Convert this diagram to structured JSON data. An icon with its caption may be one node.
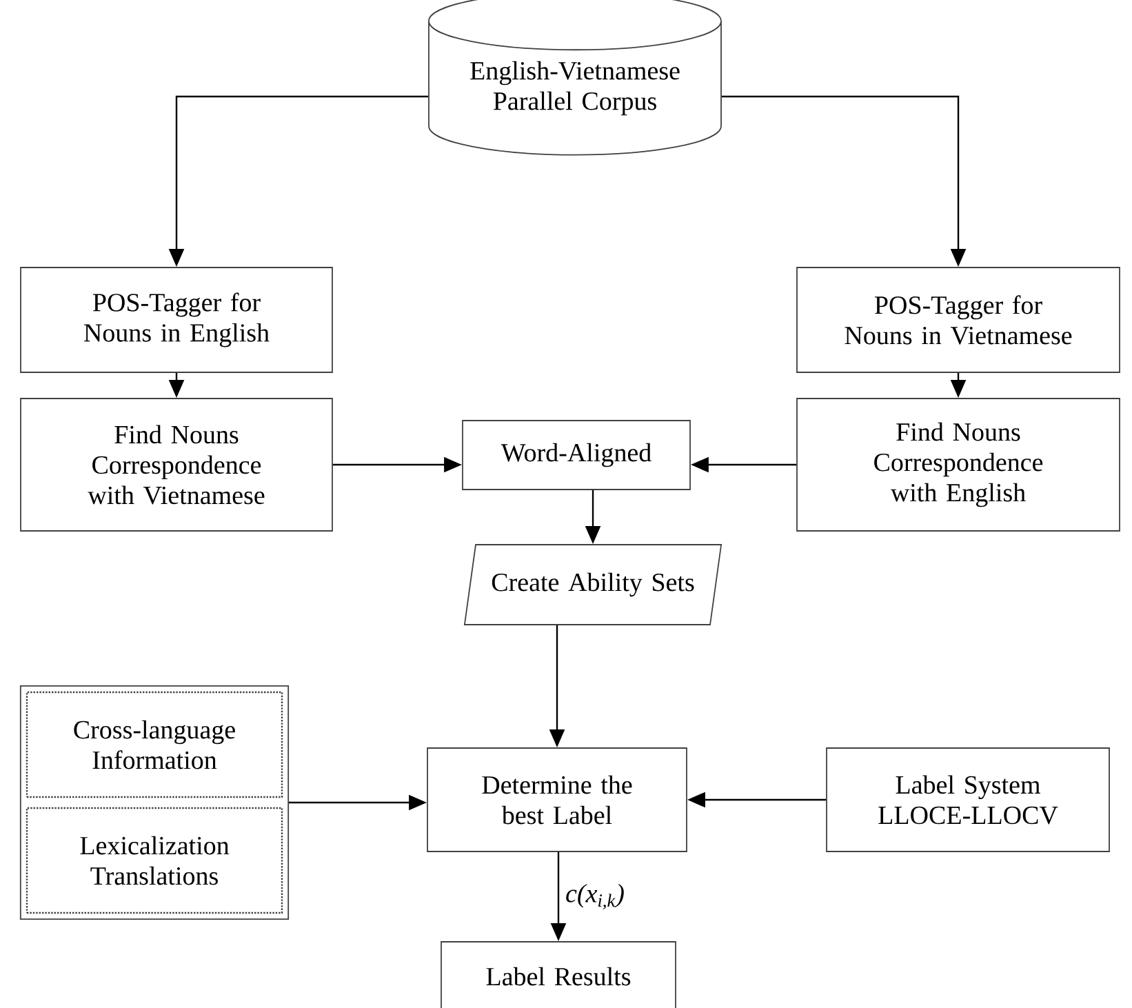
{
  "diagram": {
    "nodes": [
      {
        "text": [
          "English-Vietnamese Parallel Corpus"
        ]
      },
      {
        "text": [
          "POS-Tagger for Nouns in English"
        ]
      },
      {
        "text": [
          "POS-Tagger for Nouns in Vietnamese"
        ]
      },
      {
        "text": [
          "Find Nouns Correspondence with Vietnamese"
        ]
      },
      {
        "text": [
          "Word-Aligned"
        ]
      },
      {
        "text": [
          "Find Nouns Correspondence with English"
        ]
      },
      {
        "text": [
          "Create Ability Sets"
        ]
      },
      {
        "text": [],
        "shape": "box"
      },
      {
        "text": [
          "Cross-language Information"
        ],
        "in": 7
      },
      {
        "text": [
          "Lexicalization Translations"
        ],
        "in": 7
      },
      {
        "text": [
          "Determine the best Label"
        ]
      },
      {
        "text": [
          "Label System LLOCE-LLOCV"
        ]
      },
      {
        "text": [
          "Label Results"
        ]
      }
    ],
    "edges": [
      {
        "from": 0,
        "to": 1,
        "arrow": "to"
      },
      {
        "from": 0,
        "to": 2,
        "arrow": "to"
      },
      {
        "from": 1,
        "to": 3,
        "arrow": "to"
      },
      {
        "from": 2,
        "to": 5,
        "arrow": "to"
      },
      {
        "from": 3,
        "to": 4,
        "arrow": "to"
      },
      {
        "from": 5,
        "to": 4,
        "arrow": "to"
      },
      {
        "from": 4,
        "to": 6,
        "arrow": "to"
      },
      {
        "from": 6,
        "to": 10,
        "arrow": "to"
      },
      {
        "from": 7,
        "to": 10,
        "arrow": "to"
      },
      {
        "from": 11,
        "to": 10,
        "arrow": "to"
      },
      {
        "from": 10,
        "to": 12,
        "arrow": "to",
        "label": "c(x$_{i,k}$)"
      }
    ]
  }
}
